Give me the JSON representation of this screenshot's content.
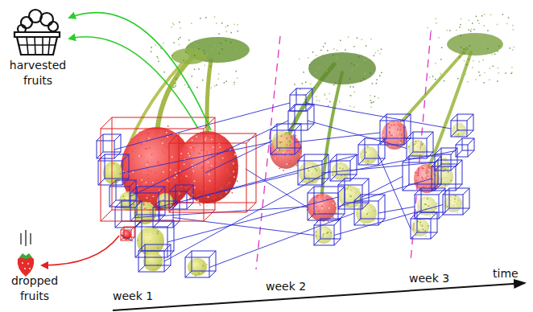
{
  "diagram": {
    "labels": [
      "harvested fruits",
      "dropped fruits",
      "week 1",
      "week 2",
      "week 3",
      "time"
    ]
  }
}
